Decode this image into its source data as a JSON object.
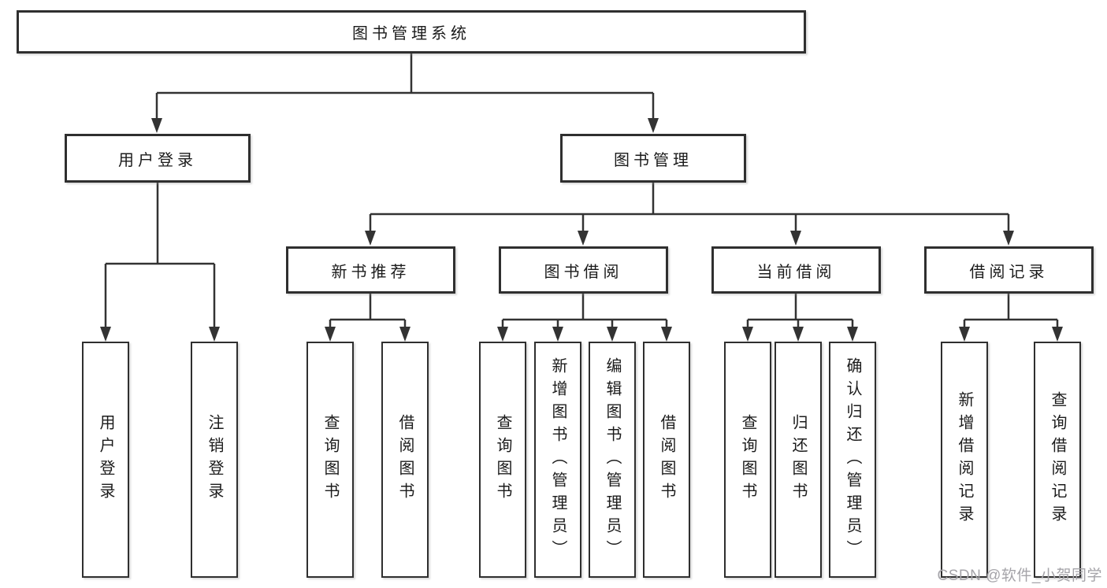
{
  "root": {
    "label": "图书管理系统"
  },
  "branches": [
    {
      "label": "用户登录"
    },
    {
      "label": "图书管理"
    }
  ],
  "modules": [
    {
      "label": "新书推荐"
    },
    {
      "label": "图书借阅"
    },
    {
      "label": "当前借阅"
    },
    {
      "label": "借阅记录"
    }
  ],
  "leaves": [
    {
      "label": "用户登录"
    },
    {
      "label": "注销登录"
    },
    {
      "label": "查询图书"
    },
    {
      "label": "借阅图书"
    },
    {
      "label": "查询图书"
    },
    {
      "label": "新增图书（管理员）"
    },
    {
      "label": "编辑图书（管理员）"
    },
    {
      "label": "借阅图书"
    },
    {
      "label": "查询图书"
    },
    {
      "label": "归还图书"
    },
    {
      "label": "确认归还（管理员）"
    },
    {
      "label": "新增借阅记录"
    },
    {
      "label": "查询借阅记录"
    }
  ],
  "watermark": {
    "text": "CSDN @软件_小贺同学"
  },
  "colors": {
    "line": "#333333",
    "border": "#2f2f2f",
    "text": "#1b1b1b",
    "background": "#ffffff",
    "watermark": "#a5a4a9"
  }
}
